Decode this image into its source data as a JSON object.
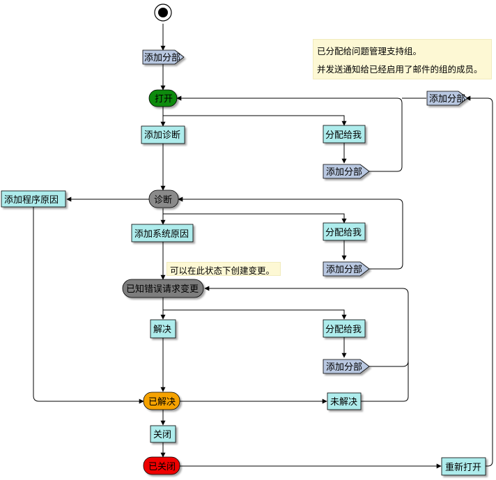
{
  "nodes": {
    "add_dept_top": "添加分部",
    "open": "打开",
    "add_diagnosis": "添加诊断",
    "assign_me_1": "分配给我",
    "add_dept_1": "添加分部",
    "add_dept_right": "添加分部",
    "add_program_cause": "添加程序原因",
    "diagnosis": "诊断",
    "add_system_cause": "添加系统原因",
    "assign_me_2": "分配给我",
    "add_dept_2": "添加分部",
    "known_error": "已知错误请求变更",
    "resolve": "解决",
    "assign_me_3": "分配给我",
    "add_dept_3": "添加分部",
    "resolved": "已解决",
    "unresolved": "未解决",
    "close": "关闭",
    "closed": "已关闭",
    "reopen": "重新打开"
  },
  "notes": {
    "note_top": [
      "已分配给问题管理支持组。",
      "并发送通知给已经启用了邮件的组的成员。"
    ],
    "note_change": "可以在此状态下创建变更。"
  },
  "colors": {
    "action_fill": "#aeecec",
    "signal_fill": "#b9c8e1",
    "open_fill": "#0a8a0a",
    "diagnosis_fill": "#8a8a8a",
    "known_error_fill": "#7d7d7d",
    "resolved_fill": "#f5a200",
    "closed_fill": "#ee0000",
    "note_fill": "#fdf8d4",
    "line": "#000000"
  }
}
